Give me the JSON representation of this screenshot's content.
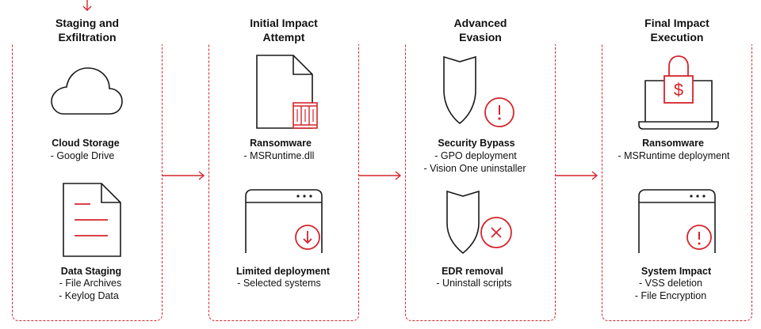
{
  "stages": [
    {
      "title_line1": "Staging and",
      "title_line2": "Exfiltration",
      "items": [
        {
          "icon": "cloud-icon",
          "title": "Cloud Storage",
          "details": [
            "-  Google Drive"
          ]
        },
        {
          "icon": "document-icon",
          "title": "Data Staging",
          "details": [
            "-  File Archives",
            "-  Keylog Data"
          ]
        }
      ]
    },
    {
      "title_line1": "Initial Impact",
      "title_line2": "Attempt",
      "items": [
        {
          "icon": "document-with-bricks-icon",
          "title": "Ransomware",
          "details": [
            "-  MSRuntime.dll"
          ]
        },
        {
          "icon": "browser-window-download-icon",
          "title": "Limited deployment",
          "details": [
            "-  Selected systems"
          ]
        }
      ]
    },
    {
      "title_line1": "Advanced",
      "title_line2": "Evasion",
      "items": [
        {
          "icon": "shield-alert-icon",
          "title": "Security Bypass",
          "details": [
            "-  GPO deployment",
            "-  Vision One uninstaller"
          ]
        },
        {
          "icon": "shield-x-icon",
          "title": "EDR removal",
          "details": [
            "-  Uninstall scripts"
          ]
        }
      ]
    },
    {
      "title_line1": "Final Impact",
      "title_line2": "Execution",
      "items": [
        {
          "icon": "laptop-lock-dollar-icon",
          "title": "Ransomware",
          "details": [
            "-  MSRuntime deployment"
          ]
        },
        {
          "icon": "browser-window-alert-icon",
          "title": "System Impact",
          "details": [
            "-  VSS deletion",
            "-  File Encryption"
          ]
        }
      ]
    }
  ],
  "colors": {
    "accent": "#d4252b",
    "stroke": "#1a1a1a",
    "text": "#111111"
  }
}
